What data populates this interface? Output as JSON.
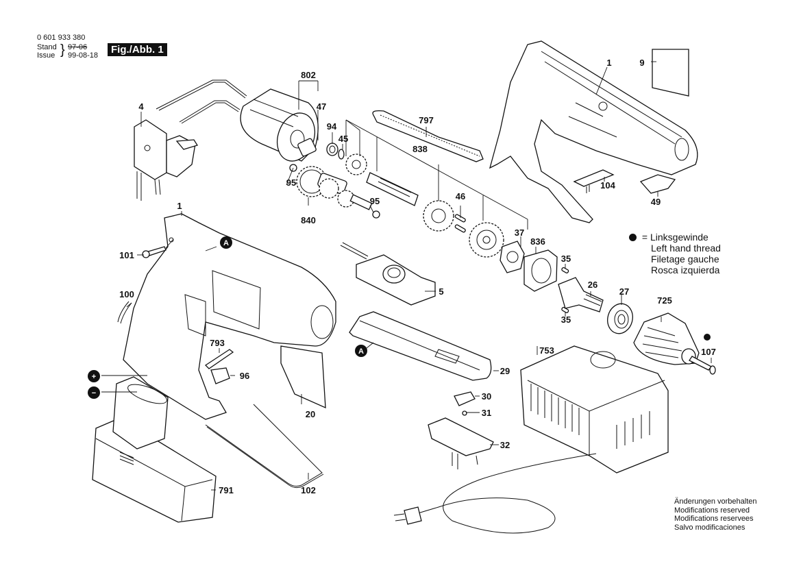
{
  "header": {
    "part_number": "0 601 933 380",
    "stand_label": "Stand",
    "stand_value": "97-06",
    "issue_label": "Issue",
    "issue_value": "99-08-18",
    "figure": "Fig./Abb. 1"
  },
  "legend": {
    "symbol": "black-dot",
    "equals": "=",
    "lines": [
      "Linksgewinde",
      "Left hand thread",
      "Filetage gauche",
      "Rosca izquierda"
    ]
  },
  "footer": {
    "lines": [
      "Änderungen vorbehalten",
      "Modifications reserved",
      "Modifications reservees",
      "Salvo modificaciones"
    ]
  },
  "markers": {
    "reference": "A",
    "plus": "+",
    "minus": "−"
  },
  "parts": {
    "p1_top": "1",
    "p1_left": "1",
    "p4": "4",
    "p5": "5",
    "p9": "9",
    "p20": "20",
    "p26": "26",
    "p27": "27",
    "p29": "29",
    "p30": "30",
    "p31": "31",
    "p32": "32",
    "p35_top": "35",
    "p35_bottom": "35",
    "p37": "37",
    "p45": "45",
    "p46": "46",
    "p47": "47",
    "p49": "49",
    "p94": "94",
    "p95_left": "95",
    "p95_right": "95",
    "p96": "96",
    "p100": "100",
    "p101": "101",
    "p102": "102",
    "p104": "104",
    "p107": "107",
    "p725": "725",
    "p753": "753",
    "p791": "791",
    "p793": "793",
    "p797": "797",
    "p802": "802",
    "p836": "836",
    "p838": "838",
    "p840": "840"
  }
}
